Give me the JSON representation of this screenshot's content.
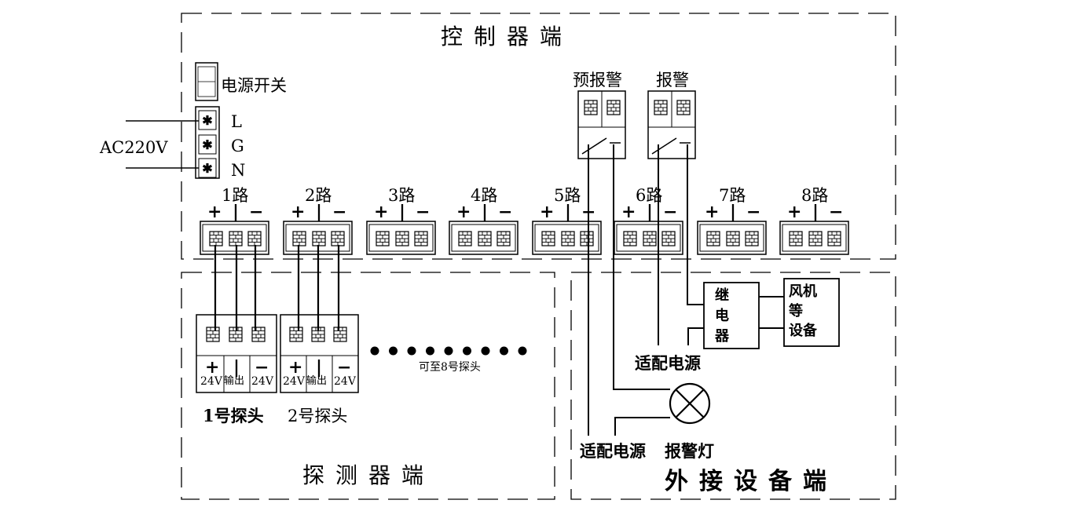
{
  "sections": {
    "controller": "控制器端",
    "detector": "探测器端",
    "external": "外接设备端"
  },
  "power": {
    "switch_label": "电源开关",
    "ac_label": "AC220V",
    "terminals": [
      "L",
      "G",
      "N"
    ]
  },
  "channels": {
    "labels": [
      "1路",
      "2路",
      "3路",
      "4路",
      "5路",
      "6路",
      "7路",
      "8路"
    ],
    "polarity": [
      "+",
      "|",
      "−"
    ]
  },
  "alarm_outputs": {
    "pre_alarm": "预报警",
    "alarm": "报警"
  },
  "probes": {
    "probe1": "1号探头",
    "probe2": "2号探头",
    "up_to_8": "可至8号探头",
    "terminal_signs": [
      "+",
      "|",
      "−"
    ],
    "terminal_labels": [
      "24V",
      "输出",
      "24V"
    ]
  },
  "devices": {
    "relay": "继电器",
    "fan": "风机等设备",
    "adapter_power_1": "适配电源",
    "adapter_power_2": "适配电源",
    "alarm_lamp": "报警灯"
  }
}
